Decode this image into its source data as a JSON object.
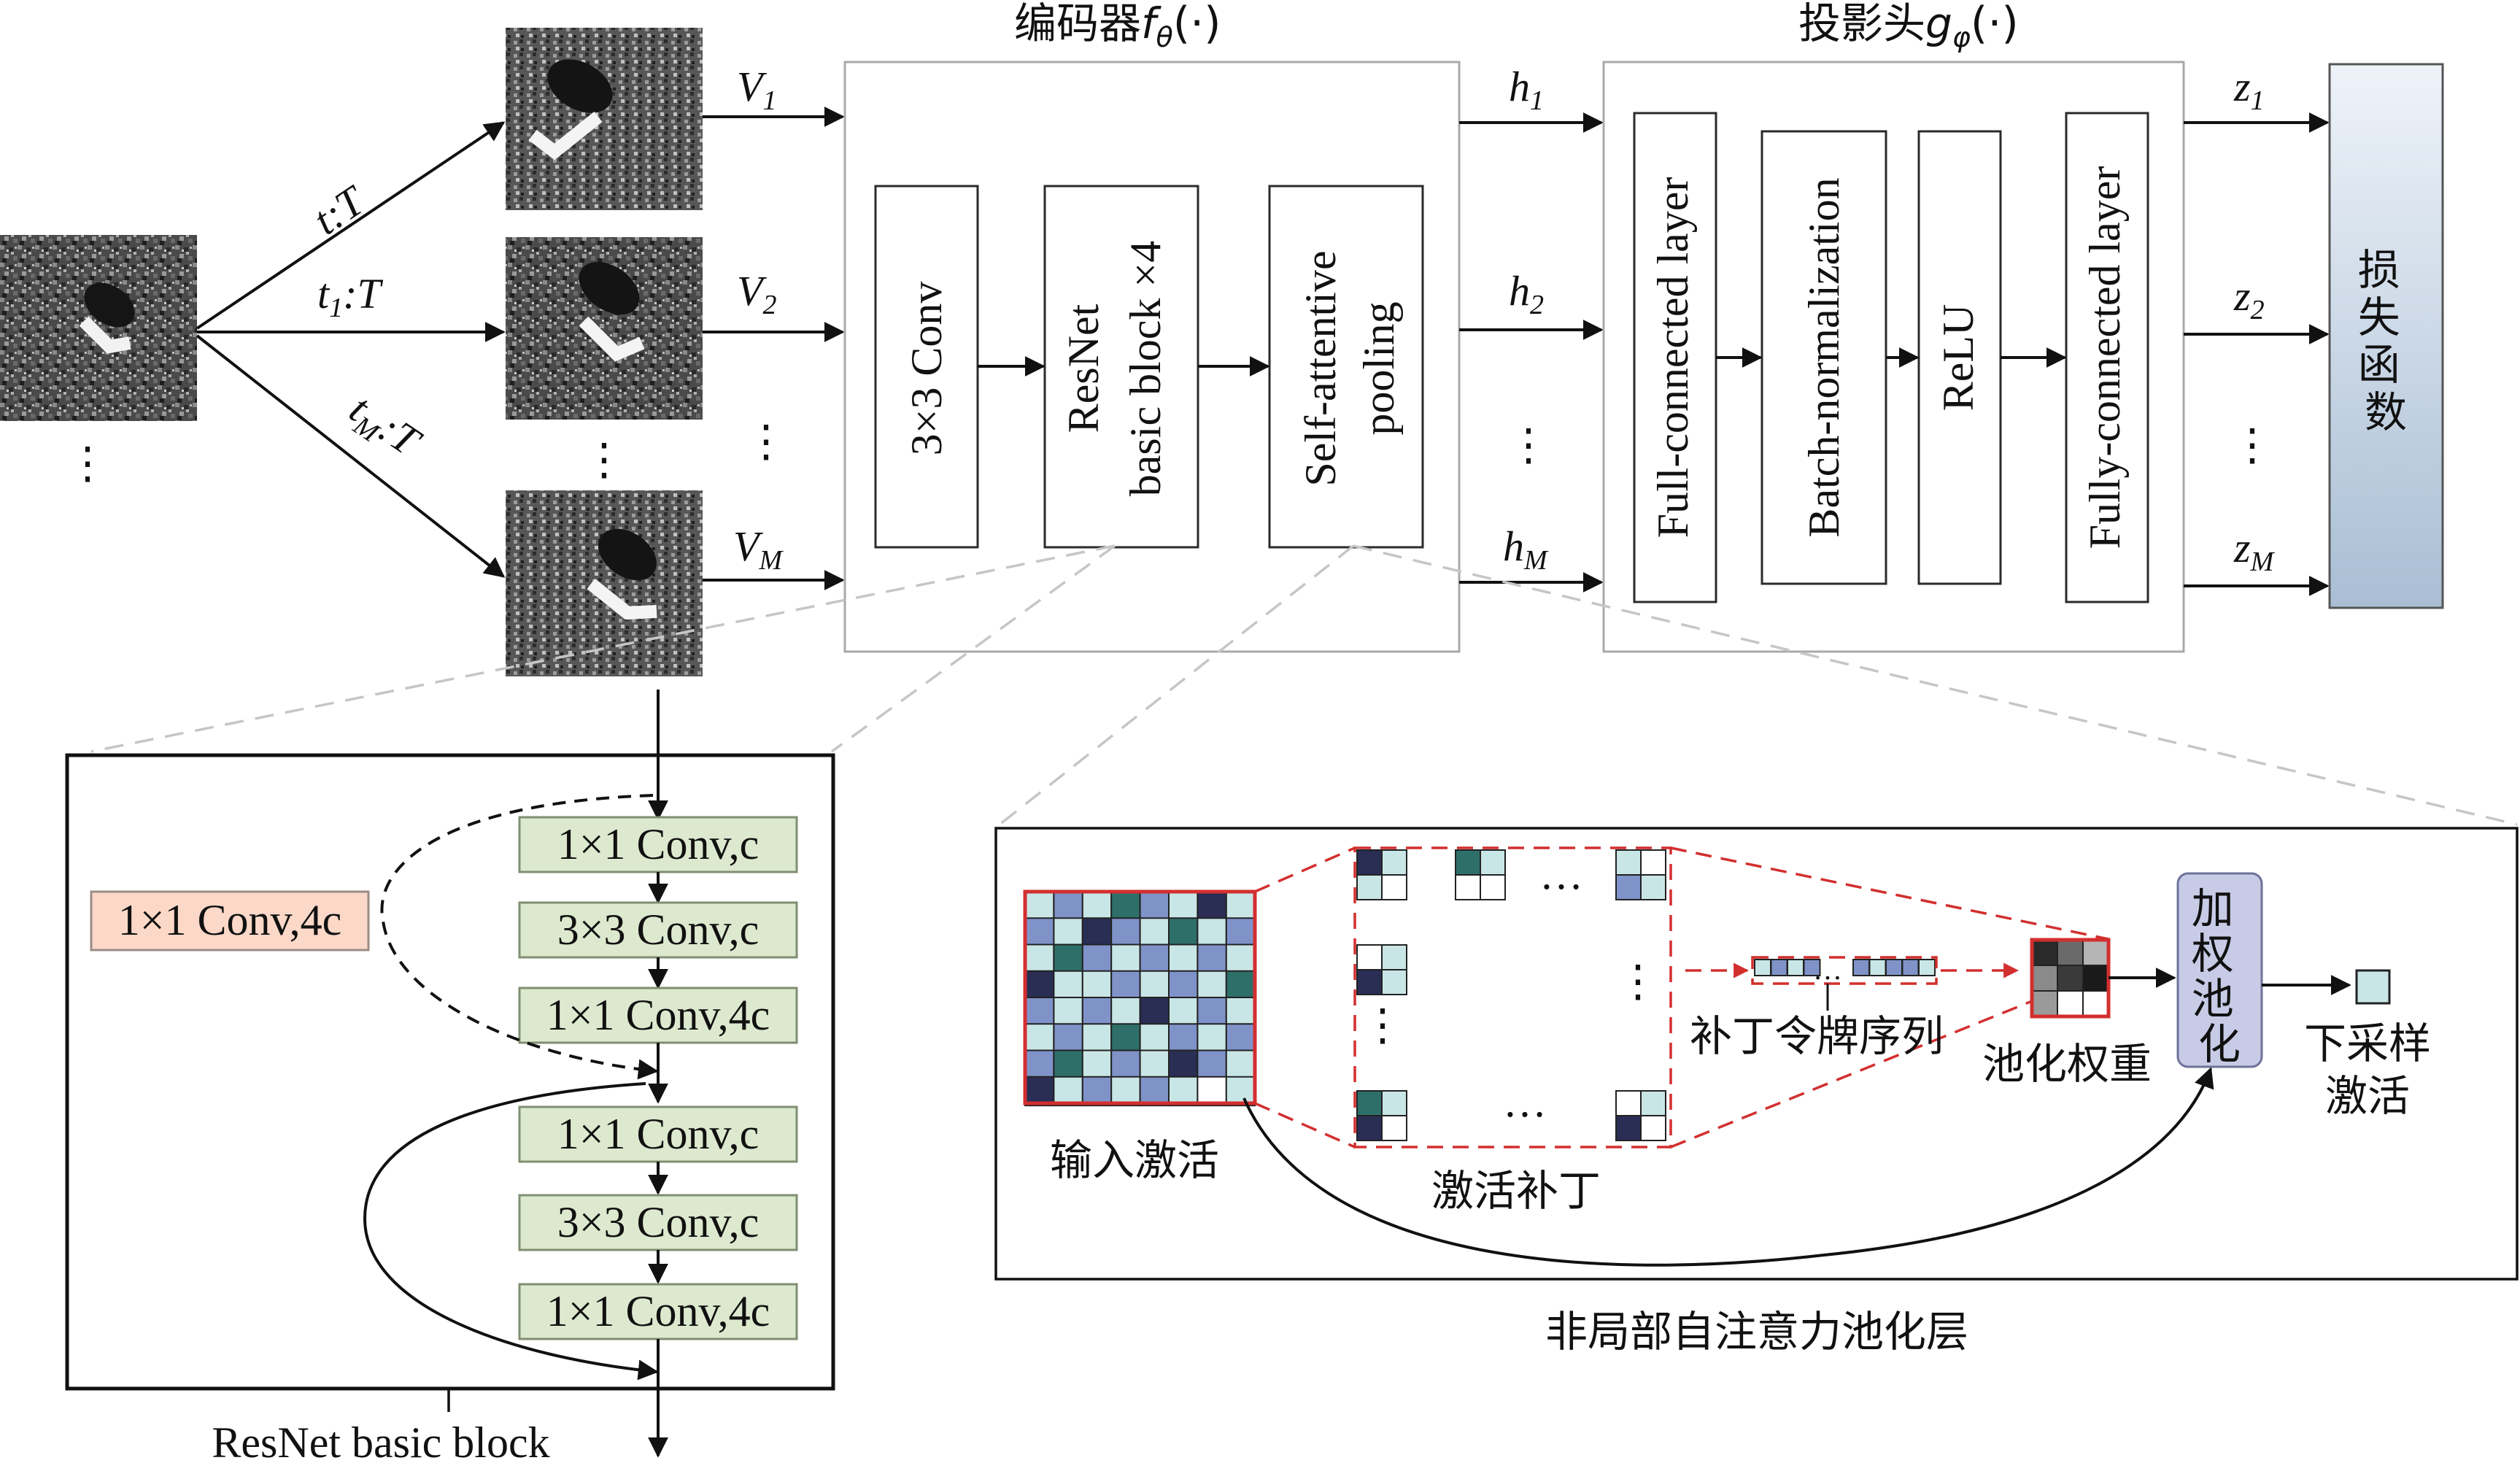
{
  "encoder": {
    "title_prefix": "编码器",
    "title_fn": "f",
    "title_sub": "θ",
    "title_suffix": "(·)",
    "blocks": [
      "3×3 Conv",
      "ResNet",
      "basic block ×4",
      "Self-attentive",
      "pooling"
    ]
  },
  "projector": {
    "title_prefix": "投影头",
    "title_fn": "g",
    "title_sub": "φ",
    "title_suffix": "(·)",
    "blocks": [
      "Full-connected layer",
      "Batch-normalization",
      "ReLU",
      "Fully-connected layer"
    ]
  },
  "loss": {
    "label": "损失函数"
  },
  "augment": {
    "labels": [
      {
        "main": "t",
        "sub": "",
        "tail": ":T"
      },
      {
        "main": "t",
        "sub": "1",
        "tail": ":T"
      },
      {
        "main": "t",
        "sub": "M",
        "tail": ":T"
      }
    ]
  },
  "views": [
    {
      "main": "V",
      "sub": "1"
    },
    {
      "main": "V",
      "sub": "2"
    },
    {
      "main": "V",
      "sub": "M"
    }
  ],
  "reps": [
    {
      "main": "h",
      "sub": "1"
    },
    {
      "main": "h",
      "sub": "2"
    },
    {
      "main": "h",
      "sub": "M"
    }
  ],
  "projs": [
    {
      "main": "z",
      "sub": "1"
    },
    {
      "main": "z",
      "sub": "2"
    },
    {
      "main": "z",
      "sub": "M"
    }
  ],
  "resnet": {
    "caption": "ResNet basic block",
    "shortcut": "1×1 Conv,4c",
    "stack1": [
      "1×1 Conv,c",
      "3×3 Conv,c",
      "1×1 Conv,4c"
    ],
    "stack2": [
      "1×1 Conv,c",
      "3×3 Conv,c",
      "1×1 Conv,4c"
    ]
  },
  "pooling": {
    "caption": "非局部自注意力池化层",
    "input_label": "输入激活",
    "patches_label": "激活补丁",
    "tokens_label": "补丁令牌序列",
    "weights_label": "池化权重",
    "weighted_pool": "加权池化",
    "output_label_1": "下采样",
    "output_label_2": "激活"
  },
  "ellipsis": "…",
  "vdots": "⋮",
  "colors": {
    "tile_light": "#c9e6e6",
    "tile_blue": "#7f93c9",
    "tile_navy": "#2a2e55",
    "tile_teal": "#2f6f6a",
    "loss_top": "#eef3f9",
    "loss_bottom": "#a9bed4",
    "pool_box": "#c7cbe6"
  }
}
